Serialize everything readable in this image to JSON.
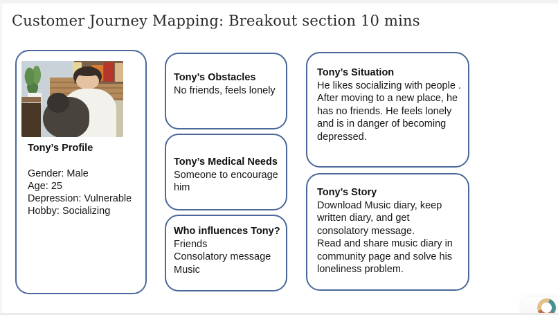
{
  "title": "Customer Journey Mapping: Breakout section 10 mins",
  "profile": {
    "photo_label": "Tony smiling while holding a small dark fluffy dog in a cafe",
    "heading": "Tony’s Profile",
    "details": "Gender: Male\nAge: 25\nDepression: Vulnerable\nHobby: Socializing"
  },
  "cards": {
    "obstacles": {
      "heading": "Tony’s Obstacles",
      "body": "No friends, feels lonely"
    },
    "medical": {
      "heading": "Tony’s Medical Needs",
      "body": "Someone to encourage\nhim"
    },
    "influences": {
      "heading": "Who influences Tony?",
      "body": "Friends\nConsolatory message\nMusic"
    },
    "situation": {
      "heading": "Tony’s Situation",
      "body": "He likes socializing with people .\nAfter moving to a new place, he\nhas no friends. He feels lonely\nand is in danger of becoming\ndepressed."
    },
    "story": {
      "heading": "Tony’s Story",
      "body": "Download Music diary, keep\nwritten diary, and get\nconsolatory message.\nRead and share music diary in\ncommunity page and solve his\nloneliness problem."
    }
  },
  "colors": {
    "box_border": "#4a6899",
    "logo_teal": "#4b9194",
    "logo_rust": "#c06f52",
    "logo_sand": "#e2c187"
  }
}
